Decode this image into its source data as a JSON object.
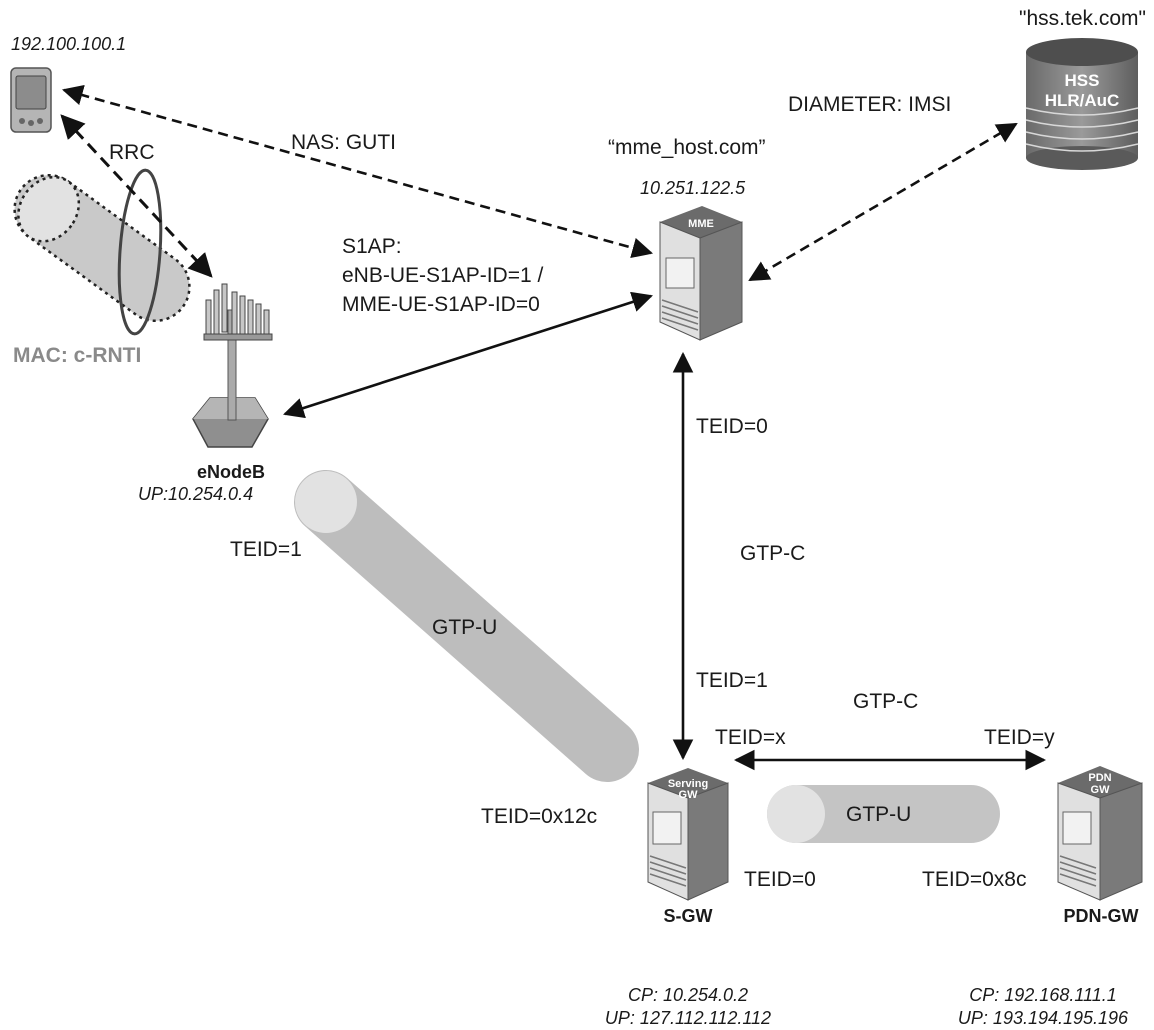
{
  "ue": {
    "ip": "192.100.100.1"
  },
  "hss": {
    "host": "\"hss.tek.com\"",
    "title": "HSS",
    "subtitle": "HLR/AuC"
  },
  "mme": {
    "host": "“mme_host.com”",
    "ip": "10.251.122.5",
    "badge": "MME"
  },
  "enodeb": {
    "name": "eNodeB",
    "up": "UP:10.254.0.4"
  },
  "sgw": {
    "name": "S-GW",
    "badge_line1": "Serving",
    "badge_line2": "GW",
    "cp": "CP: 10.254.0.2",
    "up": "UP: 127.112.112.112"
  },
  "pgw": {
    "name": "PDN-GW",
    "badge_line1": "PDN",
    "badge_line2": "GW",
    "cp": "CP: 192.168.111.1",
    "up": "UP: 193.194.195.196"
  },
  "labels": {
    "rrc": "RRC",
    "mac": "MAC: c-RNTI",
    "nas": "NAS: GUTI",
    "diameter": "DIAMETER: IMSI",
    "s1ap_1": "S1AP:",
    "s1ap_2": "eNB-UE-S1AP-ID=1 /",
    "s1ap_3": "MME-UE-S1AP-ID=0",
    "teid_mme": "TEID=0",
    "gtpc_mme_sgw": "GTP-C",
    "teid_sgw_c": "TEID=1",
    "teid_enb": "TEID=1",
    "gtpu_enb_sgw": "GTP-U",
    "teid_sgw_u": "TEID=0x12c",
    "gtpc_sgw_pgw": "GTP-C",
    "teid_x": "TEID=x",
    "teid_y": "TEID=y",
    "gtpu_sgw_pgw": "GTP-U",
    "teid_sgw_u2": "TEID=0",
    "teid_pgw_u": "TEID=0x8c"
  }
}
